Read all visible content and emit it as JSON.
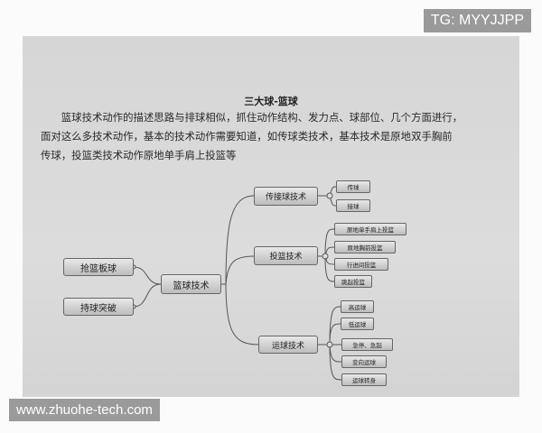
{
  "watermarks": {
    "top": "TG: MYYJJPP",
    "bottom": "www.zhuohe-tech.com"
  },
  "document": {
    "title": "三大球-篮球",
    "paragraph_lines": [
      "　　篮球技术动作的描述思路与排球相似，抓住动作结构、发力点、球部位、几个方面进行，",
      "面对这么多技术动作，基本的技术动作需要知道，如传球类技术，基本技术是原地双手胸前",
      "传球，投篮类技术动作原地单手肩上投篮等"
    ]
  },
  "mindmap": {
    "center": "篮球技术",
    "left": [
      "抢篮板球",
      "持球突破"
    ],
    "branches": [
      {
        "label": "传接球技术",
        "children": [
          "传球",
          "接球"
        ]
      },
      {
        "label": "投篮技术",
        "children": [
          "原地单手肩上投篮",
          "原地胸前投篮",
          "行进间投篮",
          "跳起投篮"
        ]
      },
      {
        "label": "运球技术",
        "children": [
          "高运球",
          "低运球",
          "急停、急起",
          "变向运球",
          "运球转身"
        ]
      }
    ]
  }
}
